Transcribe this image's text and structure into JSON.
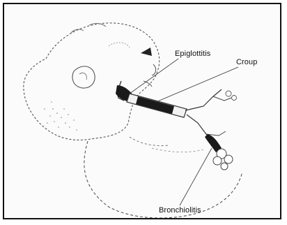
{
  "labels": {
    "epiglottitis": "Epiglottitis",
    "croup": "Croup",
    "bronchiolitis": "Bronchiolitis"
  },
  "colors": {
    "frame": "#111111",
    "line": "#444444",
    "dark_tissue": "#1a1a1a",
    "background": "#fbfbfb"
  }
}
